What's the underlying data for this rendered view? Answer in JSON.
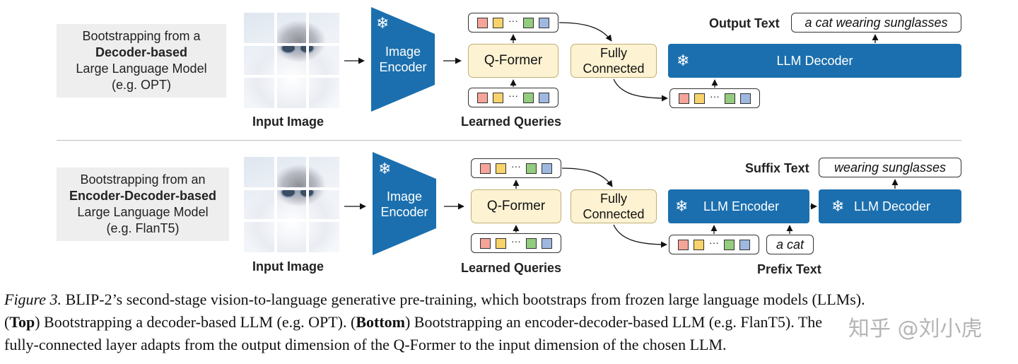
{
  "top_panel": {
    "description": {
      "line1": "Bootstrapping from a",
      "line2_bold": "Decoder-based",
      "line3": "Large Language Model",
      "line4": "(e.g. OPT)"
    },
    "input_image_label": "Input Image",
    "image_encoder": {
      "line1": "Image",
      "line2": "Encoder"
    },
    "qformer_label": "Q-Former",
    "learned_queries_label": "Learned Queries",
    "fully_connected": {
      "line1": "Fully",
      "line2": "Connected"
    },
    "llm_decoder_label": "LLM Decoder",
    "output_text_label": "Output Text",
    "output_text_value": "a cat wearing sunglasses"
  },
  "bottom_panel": {
    "description": {
      "line1": "Bootstrapping from an",
      "line2_bold": "Encoder-Decoder-based",
      "line3": "Large Language Model",
      "line4": "(e.g. FlanT5)"
    },
    "input_image_label": "Input Image",
    "image_encoder": {
      "line1": "Image",
      "line2": "Encoder"
    },
    "qformer_label": "Q-Former",
    "learned_queries_label": "Learned Queries",
    "fully_connected": {
      "line1": "Fully",
      "line2": "Connected"
    },
    "llm_encoder_label": "LLM Encoder",
    "llm_decoder_label": "LLM Decoder",
    "suffix_text_label": "Suffix Text",
    "suffix_text_value": "wearing sunglasses",
    "prefix_text_label": "Prefix Text",
    "prefix_text_value": "a cat"
  },
  "token_dots": "···",
  "token_colors": [
    "#f5a49a",
    "#f7d36b",
    "#93cc7e",
    "#9fb8e0"
  ],
  "encoder_color": "#1b6fae",
  "caption": {
    "fig_label": "Figure 3.",
    "line1_rest": " BLIP-2’s second-stage vision-to-language generative pre-training, which bootstraps from frozen large language models (LLMs).",
    "line2_p1": "(",
    "line2_top": "Top",
    "line2_p2": ") Bootstrapping a decoder-based LLM (e.g. OPT). (",
    "line2_bottom": "Bottom",
    "line2_p3": ") Bootstrapping an encoder-decoder-based LLM (e.g. FlanT5). The",
    "line3": "fully-connected layer adapts from the output dimension of the Q-Former to the input dimension of the chosen LLM."
  },
  "watermark": "知乎 @刘小虎"
}
